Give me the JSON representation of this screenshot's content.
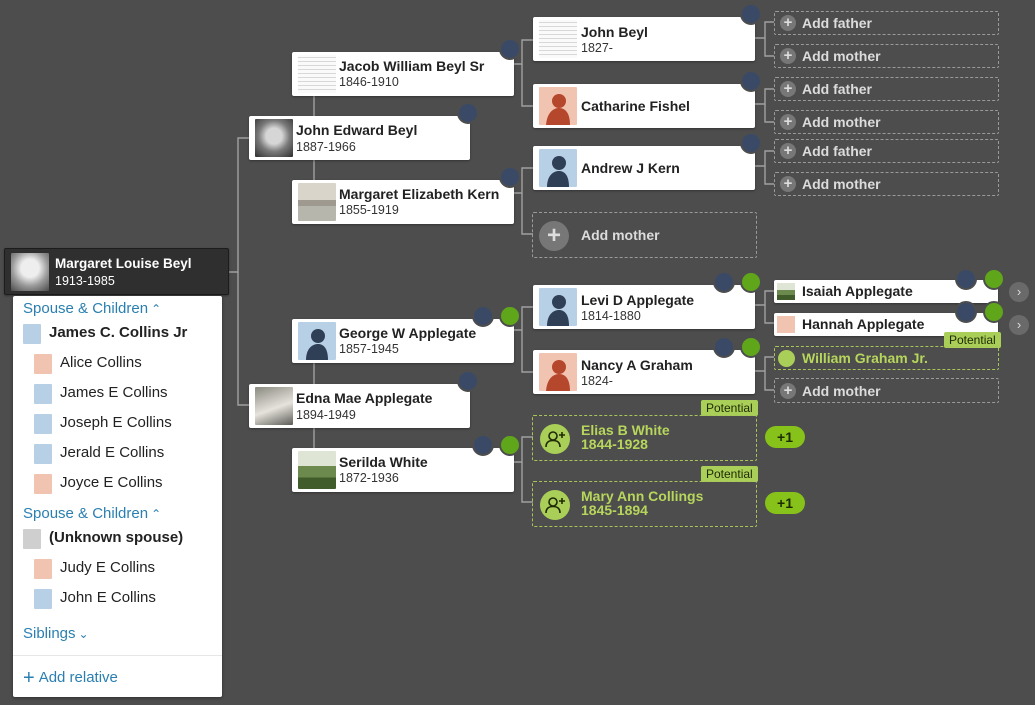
{
  "focus": {
    "name": "Margaret Louise Beyl",
    "dates": "1913-1985"
  },
  "tree": {
    "father": {
      "name": "John Edward Beyl",
      "dates": "1887-1966"
    },
    "mother": {
      "name": "Edna Mae Applegate",
      "dates": "1894-1949"
    },
    "pat_grandfather": {
      "name": "Jacob William Beyl Sr",
      "dates": "1846-1910"
    },
    "pat_grandmother": {
      "name": "Margaret Elizabeth Kern",
      "dates": "1855-1919"
    },
    "mat_grandfather": {
      "name": "George W Applegate",
      "dates": "1857-1945"
    },
    "mat_grandmother": {
      "name": "Serilda White",
      "dates": "1872-1936"
    },
    "gg1": {
      "name": "John Beyl",
      "dates": "1827-"
    },
    "gg2": {
      "name": "Catharine Fishel",
      "dates": ""
    },
    "gg3": {
      "name": "Andrew J Kern",
      "dates": ""
    },
    "gg5": {
      "name": "Levi D Applegate",
      "dates": "1814-1880"
    },
    "gg6": {
      "name": "Nancy A Graham",
      "dates": "1824-"
    },
    "g3_isaiah": {
      "name": "Isaiah Applegate"
    },
    "g3_hannah": {
      "name": "Hannah Applegate"
    },
    "potential_william": {
      "name": "William Graham Jr."
    },
    "potential_elias": {
      "name": "Elias B White",
      "dates": "1844-1928"
    },
    "potential_mary": {
      "name": "Mary Ann Collings",
      "dates": "1845-1894"
    }
  },
  "labels": {
    "add_father": "Add father",
    "add_mother": "Add mother",
    "potential": "Potential",
    "plus_one": "+1"
  },
  "panel": {
    "section1_title": "Spouse & Children",
    "spouse1": "James C. Collins Jr",
    "children1": [
      {
        "name": "Alice Collins",
        "sex": "f"
      },
      {
        "name": "James E Collins",
        "sex": "m"
      },
      {
        "name": "Joseph E Collins",
        "sex": "m"
      },
      {
        "name": "Jerald E Collins",
        "sex": "m"
      },
      {
        "name": "Joyce E Collins",
        "sex": "f"
      }
    ],
    "section2_title": "Spouse & Children",
    "spouse2": "(Unknown spouse)",
    "children2": [
      {
        "name": "Judy E Collins",
        "sex": "f"
      },
      {
        "name": "John E Collins",
        "sex": "m"
      }
    ],
    "siblings_title": "Siblings",
    "add_relative": "Add relative"
  },
  "colors": {
    "background": "#4d4d4d",
    "link": "#2a7fb0",
    "potential": "#a9cf58",
    "hint_badge": "#5fa61a",
    "family_badge": "#3a4a66"
  }
}
